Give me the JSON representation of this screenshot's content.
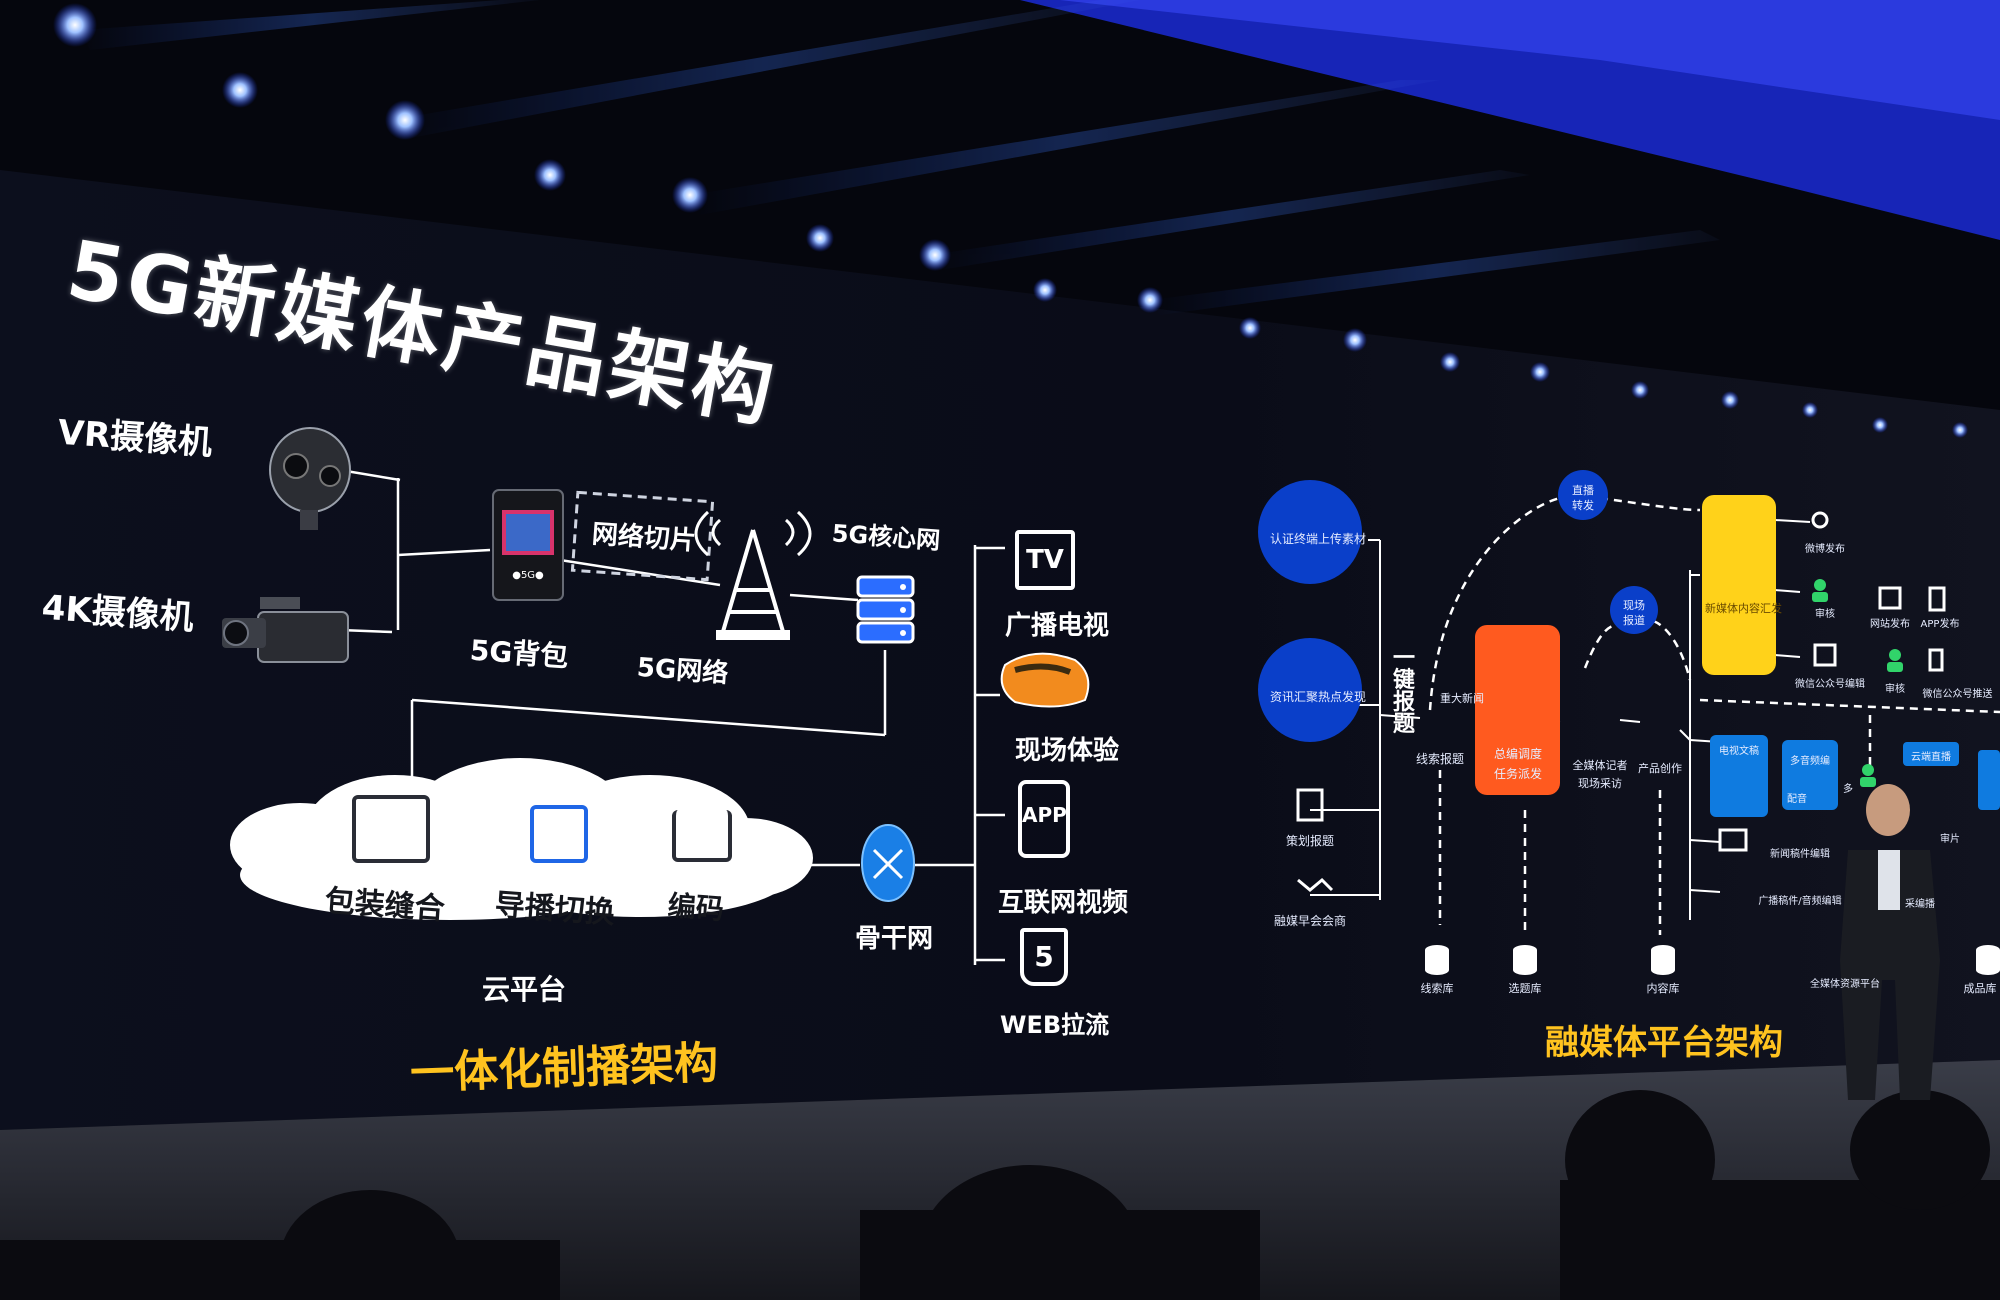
{
  "slide": {
    "title": "5G新媒体产品架构",
    "left": {
      "inputs": {
        "vr_camera": "VR摄像机",
        "camera_4k": "4K摄像机"
      },
      "backpack": "5G背包",
      "network_slicing": "网络切片",
      "network_5g": "5G网络",
      "core_network": "5G核心网",
      "cloud": {
        "items": [
          "包装缝合",
          "导播切换",
          "编码"
        ],
        "label": "云平台"
      },
      "backbone": "骨干网",
      "outputs": {
        "tv_icon": "TV",
        "tv": "广播电视",
        "onsite": "现场体验",
        "app_icon": "APP",
        "internet_video": "互联网视频",
        "web_icon": "5",
        "web_stream": "WEB拉流"
      },
      "section_title": "一体化制播架构"
    },
    "right": {
      "circles": [
        "认证终端上传素材",
        "资讯汇聚热点发现"
      ],
      "icons_left": [
        "策划报题",
        "融媒早会会商"
      ],
      "report": [
        "一",
        "键",
        "报",
        "题"
      ],
      "clue": "线索报题",
      "big_news": "重大新闻",
      "editor": [
        "总编调度",
        "任务派发"
      ],
      "reporter": [
        "全媒体记者",
        "现场采访"
      ],
      "product_creation": "产品创作",
      "live_forward": [
        "直播",
        "转发"
      ],
      "live_report": [
        "现场",
        "报道"
      ],
      "newmedia_box": "新媒体内容汇发",
      "weibo": "微博发布",
      "review": "审核",
      "web_publish": "网站发布",
      "app_publish": "APP发布",
      "wechat_edit": "微信公众号编辑",
      "wechat_review": "审核",
      "wechat_publish": "微信公众号推送",
      "tv_text": "电视文稿",
      "multi_edit": "多音频编",
      "dub": "配音",
      "cloud_live": "云端直播",
      "review2": "审片",
      "news_edit": "新闻稿件编辑",
      "broadcast_edit": "广播稿件/音频编辑",
      "live_short": "多",
      "live_flow": "采编播",
      "resource_platform": "全媒体资源平台",
      "databases": [
        "线索库",
        "选题库",
        "内容库",
        "成品库"
      ],
      "section_title": "融媒体平台架构"
    }
  },
  "colors": {
    "slide_bg": "#0a0c17",
    "title_white": "#ffffff",
    "section_yellow": "#ffc31f",
    "node_blue": "#0a3fc9",
    "editor_orange": "#ff5a1f",
    "newmedia_yellow": "#ffd21a",
    "panel_blue": "#0f7be0",
    "line_white": "#ffffff"
  }
}
